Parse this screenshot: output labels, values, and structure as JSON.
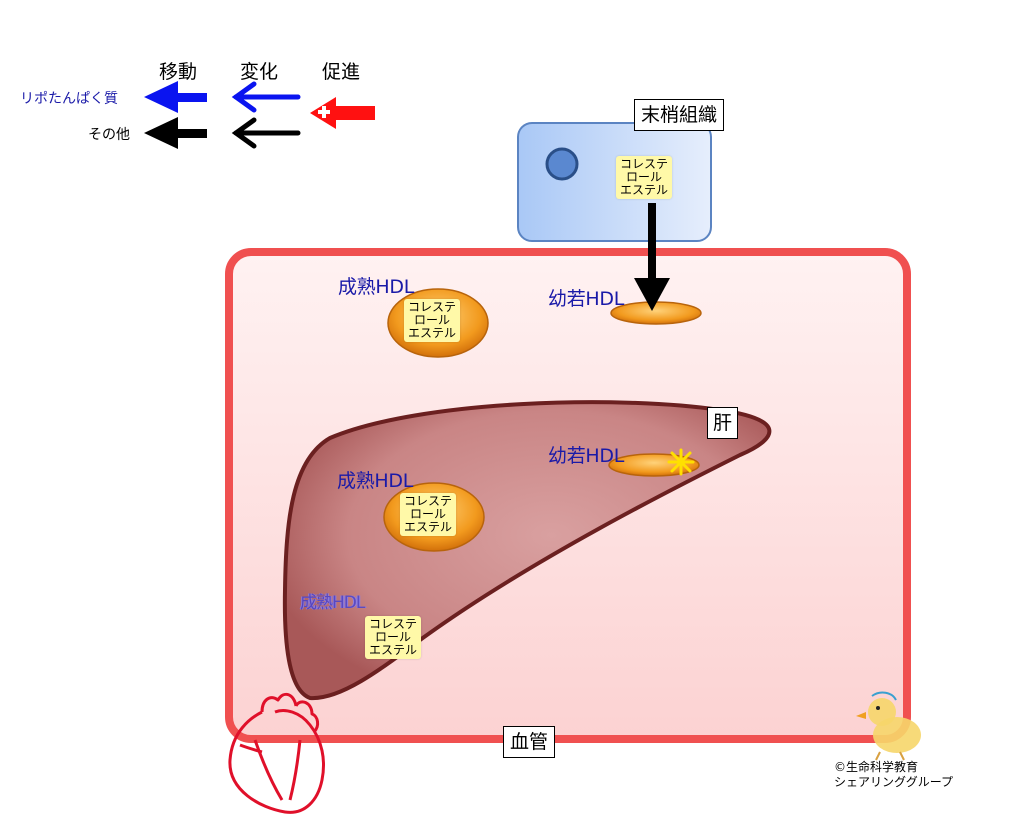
{
  "legend": {
    "headers": {
      "move": "移動",
      "change": "変化",
      "promote": "促進"
    },
    "rows": {
      "lipoprotein": "リポたんぱく質",
      "other": "その他"
    },
    "colors": {
      "lipoprotein": "#0a14f0",
      "other": "#000000",
      "promote": "#ff1111"
    }
  },
  "labels": {
    "peripheral_tissue": "末梢組織",
    "liver": "肝",
    "blood_vessel": "血管",
    "mature_hdl_vessel": "成熟HDL",
    "immature_hdl_vessel": "幼若HDL",
    "mature_hdl_liver": "成熟HDL",
    "immature_hdl_liver": "幼若HDL",
    "mature_hdl_fading": "成熟HDL"
  },
  "cholesterol_ester": {
    "line1": "コレステ",
    "line2": "ロール",
    "line3": "エステル"
  },
  "copyright": {
    "line1": "©生命科学教育",
    "line2": "シェアリンググループ"
  },
  "colors": {
    "vessel_border": "#f05050",
    "vessel_fill": "#fde0e0",
    "liver_fill": "#cc8888",
    "liver_border": "#6b2020",
    "cell_fill": "#b8d0f8",
    "hdl_fill": "#f09a20",
    "ce_fill": "#fff9a8"
  }
}
